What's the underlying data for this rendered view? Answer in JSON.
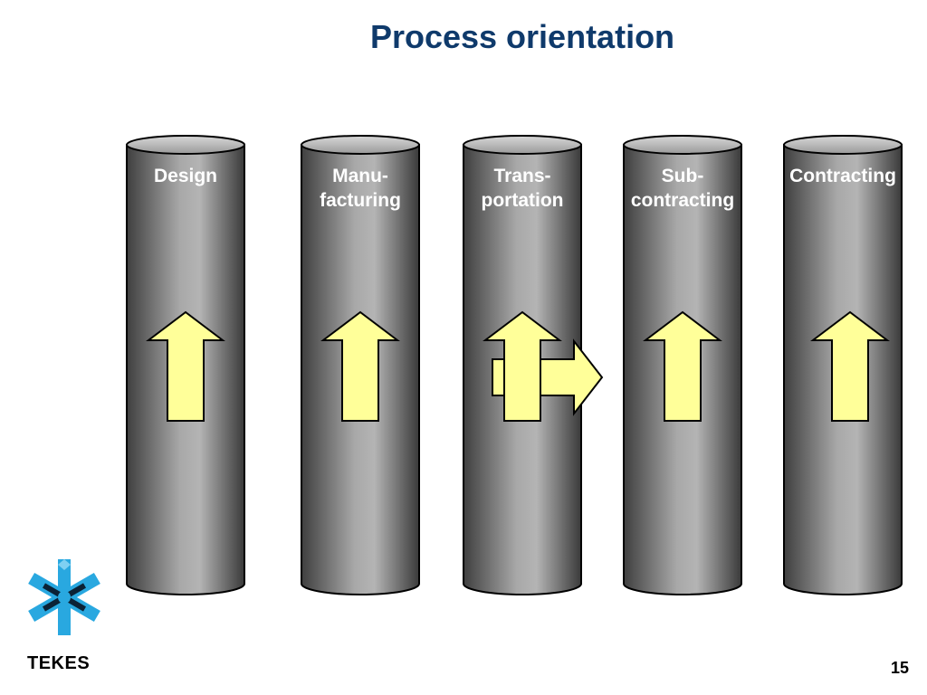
{
  "title": "Process orientation",
  "pillars": [
    {
      "label": "Design"
    },
    {
      "label": "Manu-\nfacturing"
    },
    {
      "label": "Trans-\nportation"
    },
    {
      "label": "Sub-\ncontracting"
    },
    {
      "label": "Contracting"
    }
  ],
  "arrows": {
    "up_count": 5,
    "right_arrow_from": "Trans-\nportation",
    "right_arrow_to": "Sub-\ncontracting"
  },
  "colors": {
    "title": "#0f3a6b",
    "pillar_dark": "#4d4d4d",
    "pillar_light": "#c8c8c8",
    "arrow_fill": "#ffff99",
    "logo_primary": "#29a8e0",
    "logo_dark": "#0b2236"
  },
  "logo": {
    "icon": "tekes-snowflake-icon",
    "brand": "TEKES"
  },
  "page_number": "15"
}
